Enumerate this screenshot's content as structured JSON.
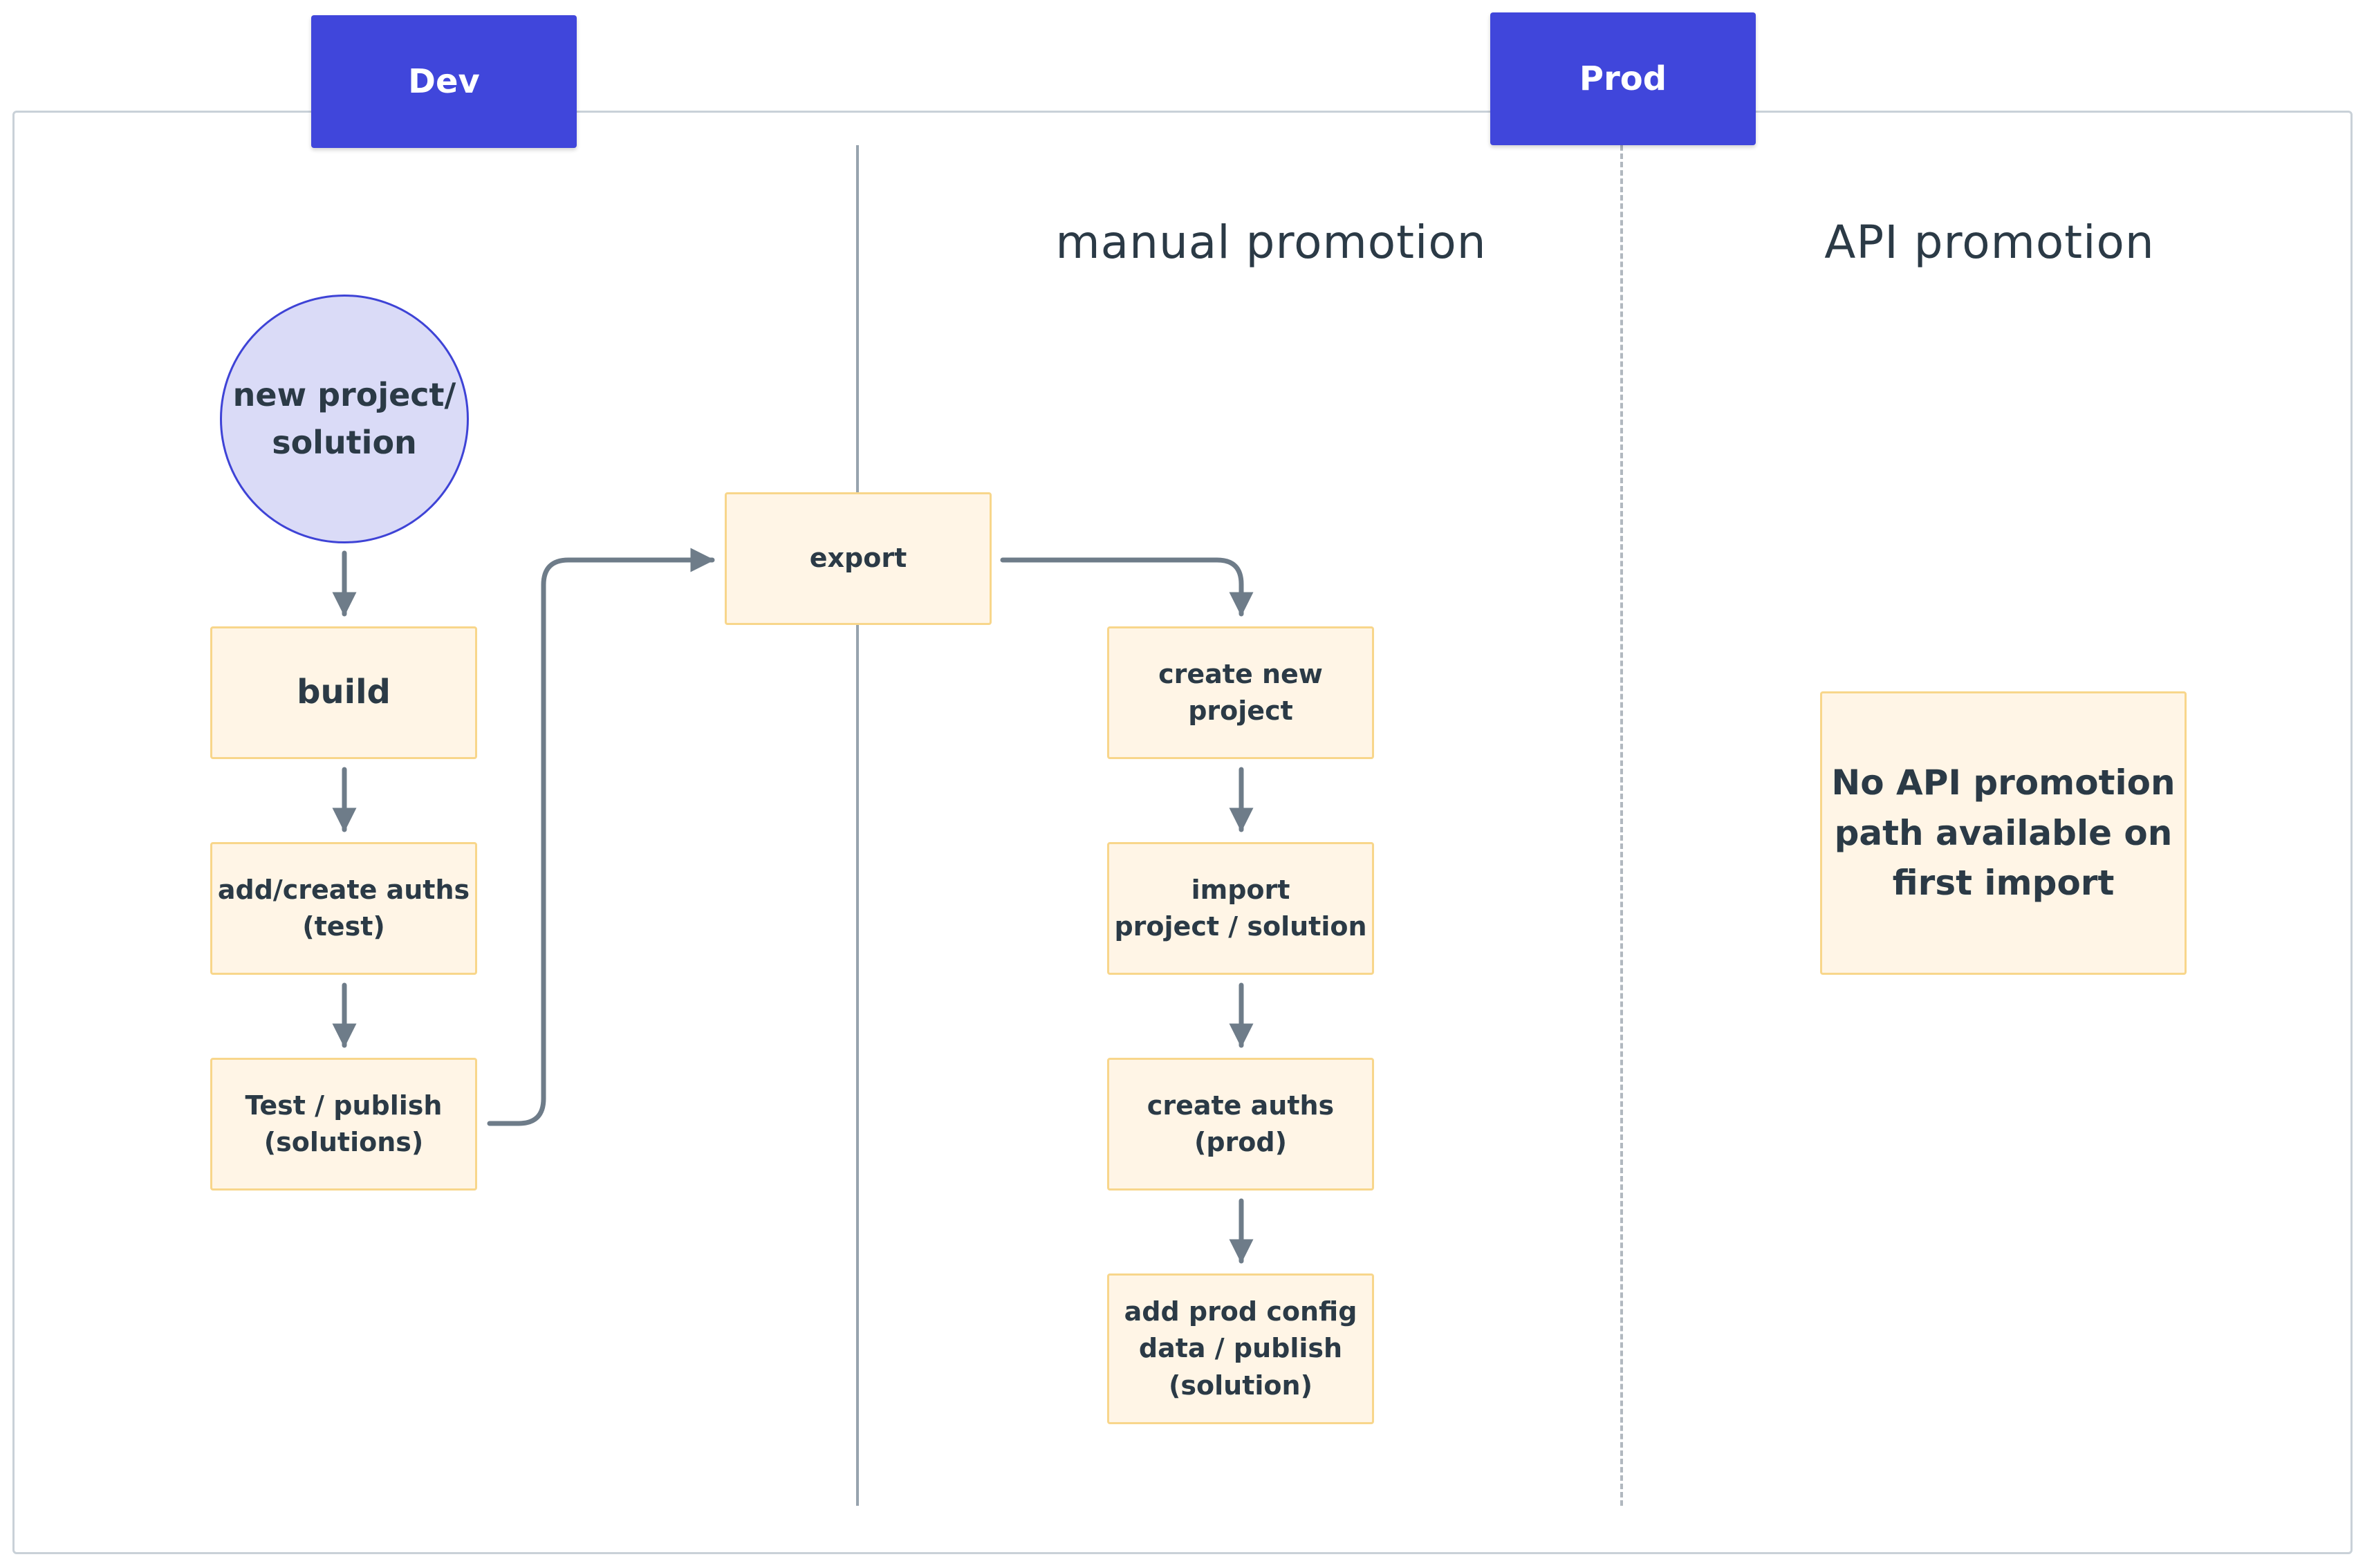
{
  "environments": {
    "dev": "Dev",
    "prod": "Prod"
  },
  "sections": {
    "manual": "manual promotion",
    "api": "API promotion"
  },
  "nodes": {
    "start": "new project/\nsolution",
    "build": "build",
    "add_auths": "add/create auths\n(test)",
    "test_publish": "Test / publish\n(solutions)",
    "export": "export",
    "create_project": "create new\nproject",
    "import": "import\nproject / solution",
    "create_auths": "create auths\n(prod)",
    "prod_config": "add prod config\ndata / publish\n(solution)",
    "api_note": "No API promotion\npath available on\nfirst import"
  },
  "colors": {
    "tab_bg": "#4046db",
    "node_fill": "#fff5e6",
    "node_border": "#f8d68b",
    "start_fill": "#dadbf7",
    "start_border": "#3e43d6",
    "connector": "#6e7c89"
  }
}
